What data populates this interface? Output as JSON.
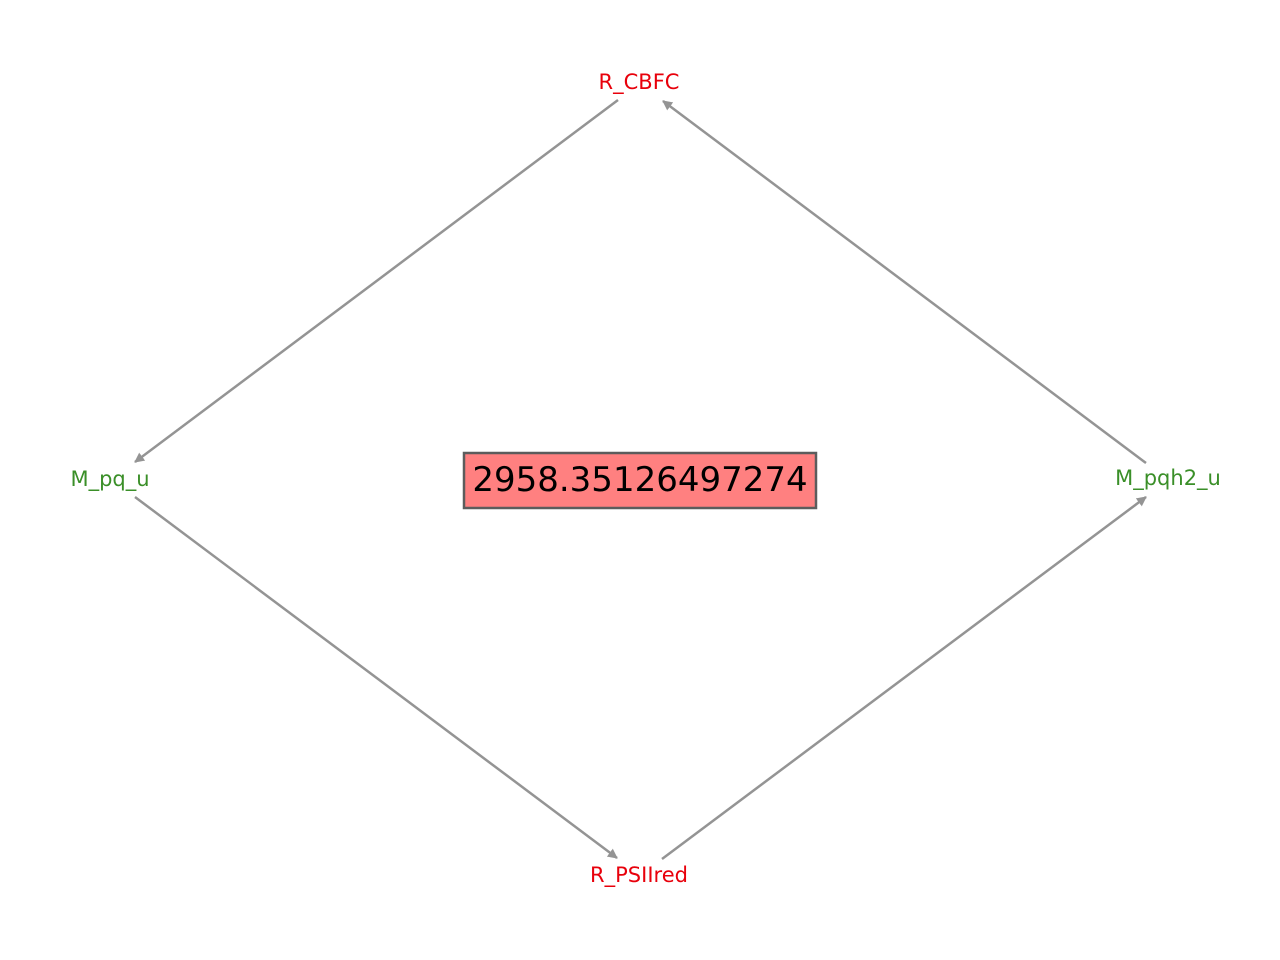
{
  "diagram": {
    "colors": {
      "reaction": "#e8000b",
      "metabolite": "#3a8f28",
      "edge": "#949494",
      "value_box_fill": "#ff8080",
      "value_box_border": "#5c5c5c",
      "value_text": "#000000"
    },
    "nodes": [
      {
        "id": "r_cbfc",
        "label": "R_CBFC",
        "kind": "reaction"
      },
      {
        "id": "m_pq_u",
        "label": "M_pq_u",
        "kind": "metabolite"
      },
      {
        "id": "m_pqh2_u",
        "label": "M_pqh2_u",
        "kind": "metabolite"
      },
      {
        "id": "r_psiired",
        "label": "R_PSIIred",
        "kind": "reaction"
      }
    ],
    "edges": [
      {
        "from": "r_cbfc",
        "to": "m_pq_u"
      },
      {
        "from": "m_pq_u",
        "to": "r_psiired"
      },
      {
        "from": "r_psiired",
        "to": "m_pqh2_u"
      },
      {
        "from": "m_pqh2_u",
        "to": "r_cbfc"
      }
    ],
    "center_value": "2958.35126497274"
  }
}
